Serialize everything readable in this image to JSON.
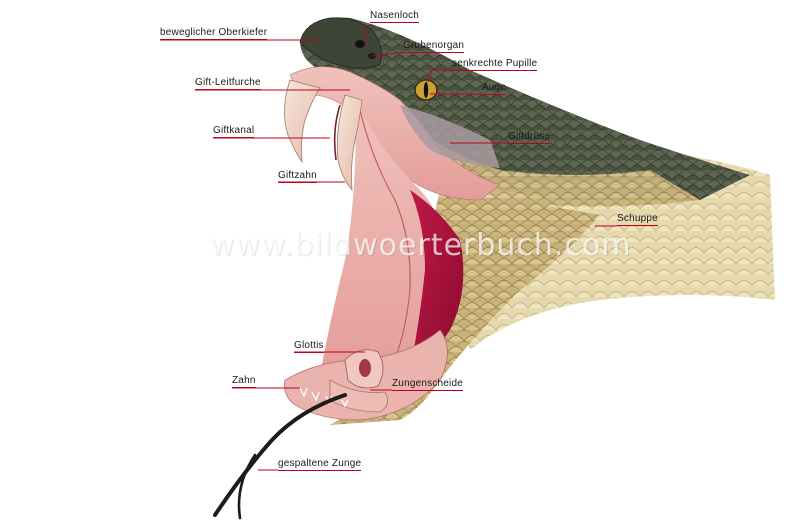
{
  "watermark": "www.bildwoerterbuch.com",
  "labels": {
    "nasenloch": "Nasenloch",
    "oberkiefer": "beweglicher Oberkiefer",
    "grubenorgan": "Grubenorgan",
    "pupille": "senkrechte Pupille",
    "leitfurche": "Gift-Leitfurche",
    "auge": "Auge",
    "giftkanal": "Giftkanal",
    "giftdruese": "Giftdrüse",
    "giftzahn": "Giftzahn",
    "schuppe": "Schuppe",
    "glottis": "Glottis",
    "zahn": "Zahn",
    "zungenscheide": "Zungenscheide",
    "zunge": "gespaltene Zunge"
  },
  "colors": {
    "leader": "#c0001a",
    "scale_dark": "#3f4a3a",
    "scale_tan": "#c9b37a",
    "scale_light": "#e6d9ad",
    "mouth_pink": "#e8a9a6",
    "mouth_deep": "#b0103a",
    "fang": "#f2d8c8",
    "tongue": "#1c1c1c"
  }
}
